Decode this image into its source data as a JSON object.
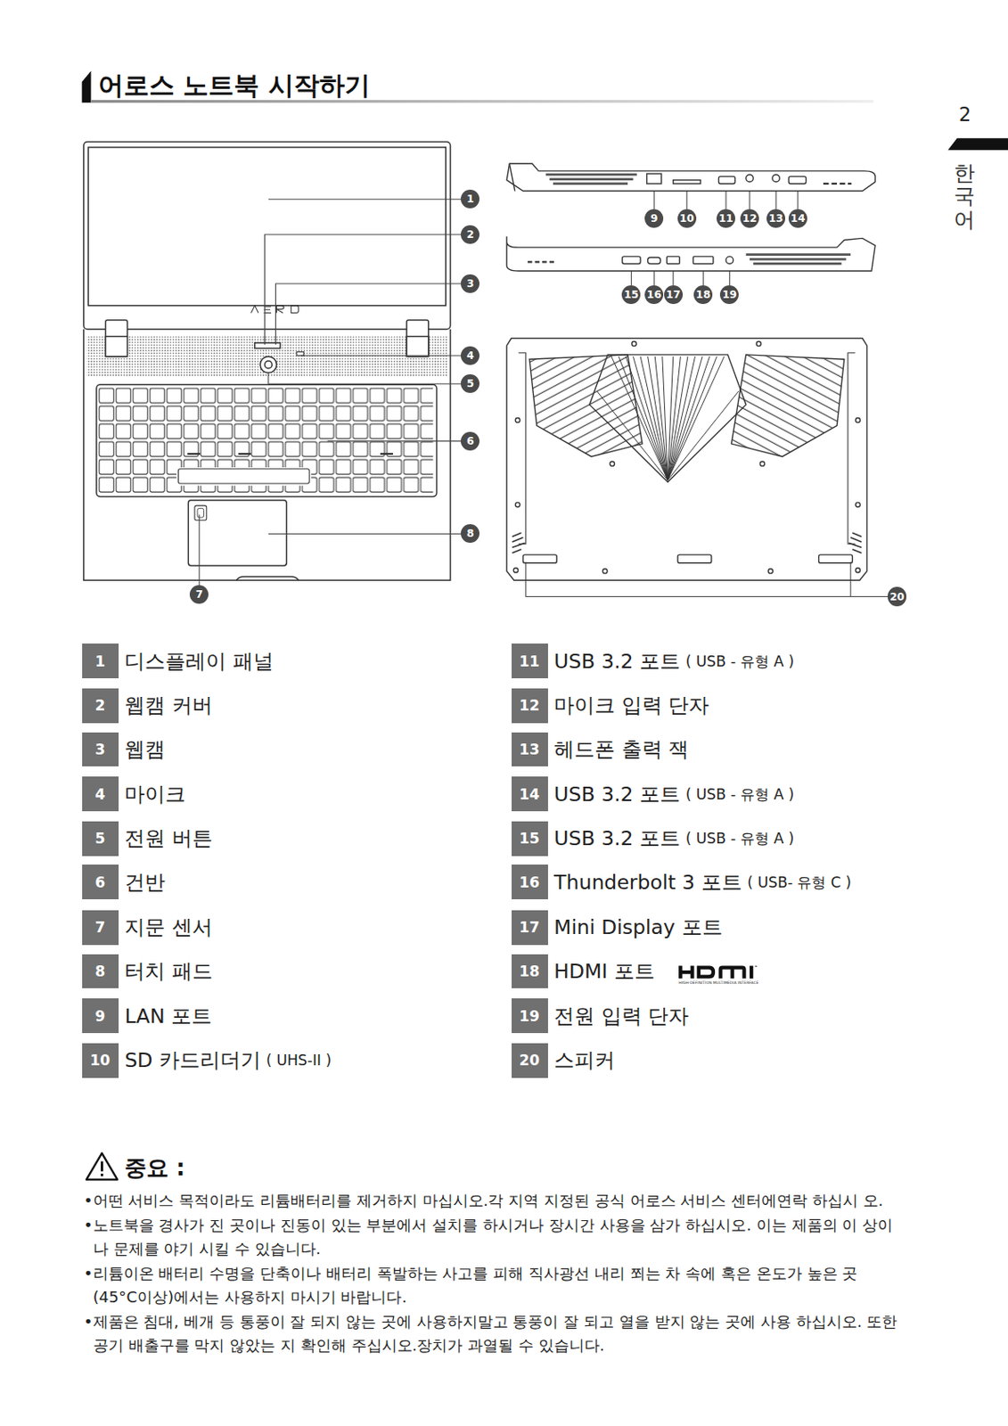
{
  "diagram": {
    "title": "어로스 노트북 시작하기",
    "nodes": [
      {
        "text": [
          "1"
        ]
      },
      {
        "text": [
          "2"
        ]
      },
      {
        "text": [
          "3"
        ]
      },
      {
        "text": [
          "4"
        ]
      },
      {
        "text": [
          "5"
        ]
      },
      {
        "text": [
          "6"
        ]
      },
      {
        "text": [
          "7"
        ]
      },
      {
        "text": [
          "8"
        ]
      },
      {
        "text": [
          "9"
        ]
      },
      {
        "text": [
          "10"
        ]
      },
      {
        "text": [
          "11"
        ]
      },
      {
        "text": [
          "12"
        ]
      },
      {
        "text": [
          "13"
        ]
      },
      {
        "text": [
          "14"
        ]
      },
      {
        "text": [
          "15"
        ]
      },
      {
        "text": [
          "16"
        ]
      },
      {
        "text": [
          "17"
        ]
      },
      {
        "text": [
          "18"
        ]
      },
      {
        "text": [
          "19"
        ]
      },
      {
        "text": [
          "20"
        ]
      },
      {
        "text": [
          "1",
          "디스플레이 패널"
        ]
      },
      {
        "text": [
          "2",
          "웹캠 커버"
        ]
      },
      {
        "text": [
          "3",
          "웹캠"
        ]
      },
      {
        "text": [
          "4",
          "마이크"
        ]
      },
      {
        "text": [
          "5",
          "전원 버튼"
        ]
      },
      {
        "text": [
          "6",
          "건반"
        ]
      },
      {
        "text": [
          "7",
          "지문 센서"
        ]
      },
      {
        "text": [
          "8",
          "터치 패드"
        ]
      },
      {
        "text": [
          "9",
          "LAN 포트"
        ]
      },
      {
        "text": [
          "10",
          "SD 카드리더기",
          "( UHS-II )"
        ]
      },
      {
        "text": [
          "11",
          "USB 3.2 포트",
          "( USB - 유형 A )"
        ]
      },
      {
        "text": [
          "12",
          "마이크 입력 단자"
        ]
      },
      {
        "text": [
          "13",
          "헤드폰 출력 잭"
        ]
      },
      {
        "text": [
          "14",
          "USB 3.2 포트",
          "( USB - 유형 A )"
        ]
      },
      {
        "text": [
          "15",
          "USB 3.2 포트",
          "( USB - 유형 A )"
        ]
      },
      {
        "text": [
          "16",
          "Thunderbolt 3 포트",
          "( USB- 유형 C )"
        ]
      },
      {
        "text": [
          "17",
          "Mini Display 포트"
        ]
      },
      {
        "text": [
          "18",
          "HDMI 포트"
        ]
      },
      {
        "text": [
          "19",
          "전원 입력 단자"
        ]
      },
      {
        "text": [
          "20",
          "스피커"
        ]
      }
    ],
    "labels": [
      "2",
      "한국어",
      "HIGH-DEFINITION MULTIMEDIA INTERFACE",
      "중요 :",
      "•어떤 서비스 목적이라도 리튬배터리를 제거하지 마십시오.각 지역 지정된 공식 어로스 서비스 센터에연락 하십시 오.",
      "•노트북을 경사가 진 곳이나 진동이 있는 부분에서 설치를 하시거나 장시간 사용을 삼가 하십시오. 이는 제품의 이 상이 나 문제를 야기 시킬 수 있습니다.",
      "•리튬이온 배터리 수명을 단축이나 배터리 폭발하는 사고를 피해 직사광선 내리 쬐는 차 속에 혹은 온도가 높은 곳 (45°C이상)에서는 사용하지 마시기 바랍니다.",
      "•제품은 침대, 베개 등 통풍이 잘 되지 않는 곳에 사용하지말고 통풍이 잘 되고 열을 받지 않는 곳에 사용 하십시오. 또한 공기 배출구를 막지 않았는 지 확인해 주십시오.장치가 과열될 수 있습니다."
    ]
  }
}
